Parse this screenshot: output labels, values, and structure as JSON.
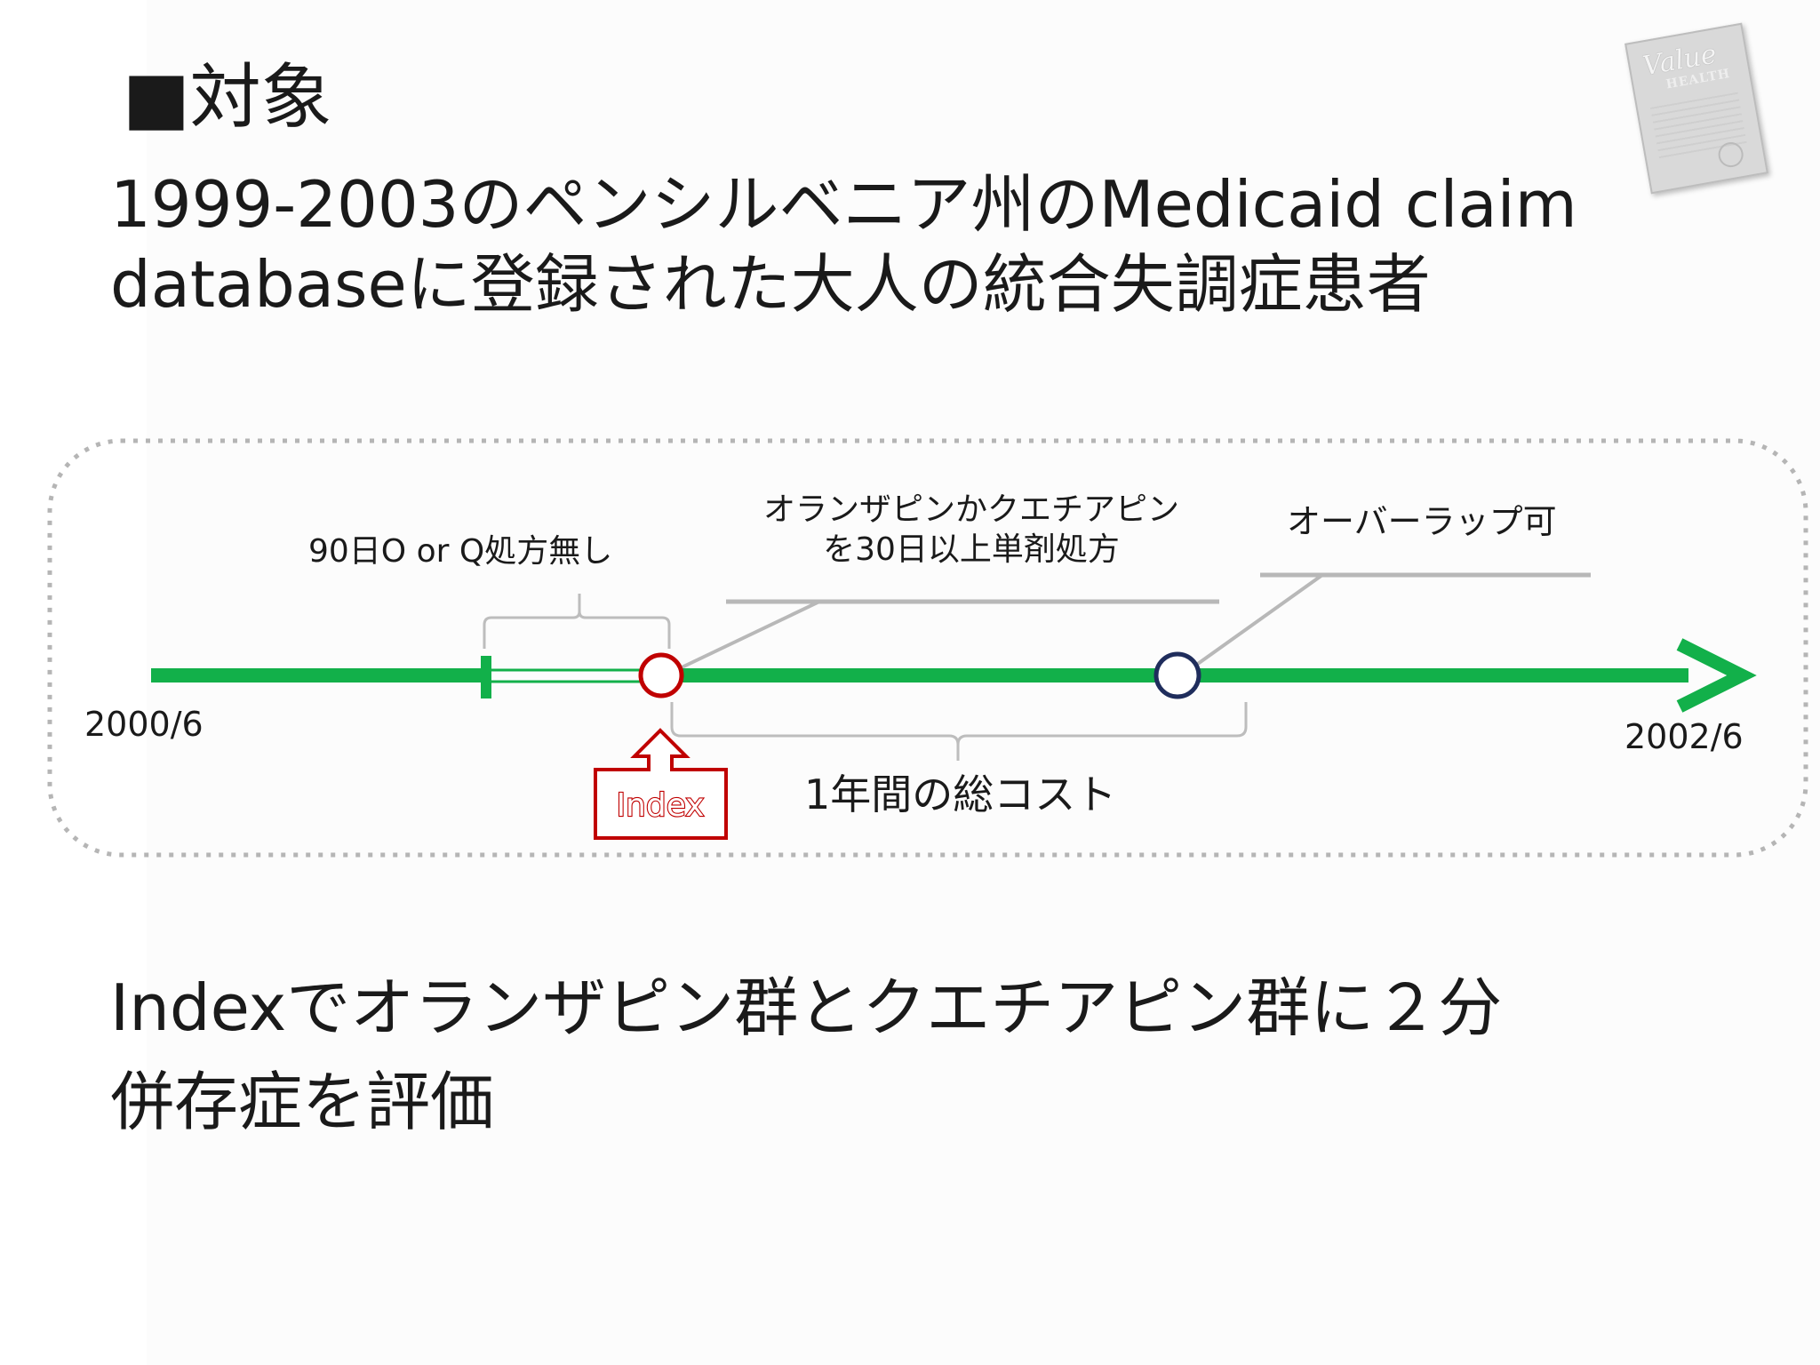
{
  "title": "■対象",
  "population": {
    "line1": "1999-2003のペンシルベニア州のMedicaid claim",
    "line2": "databaseに登録された大人の統合失調症患者"
  },
  "timeline": {
    "start_label": "2000/6",
    "end_label": "2002/6",
    "washout_label": "90日O or Q処方無し",
    "criteria_line1": "オランザピンかクエチアピン",
    "criteria_line2": "を30日以上単剤処方",
    "overlap_label": "オーバーラップ可",
    "cost_label": "1年間の総コスト",
    "index_label": "Index",
    "colors": {
      "axis": "#12b04a",
      "index_marker": "#c00000",
      "end_marker": "#1f2d5c",
      "callout": "#b8b8b8"
    }
  },
  "notes": {
    "line1": "Indexでオランザピン群とクエチアピン群に２分",
    "line2": "併存症を評価"
  },
  "thumbnail": {
    "title": "Value",
    "subtitle": "HEALTH"
  }
}
